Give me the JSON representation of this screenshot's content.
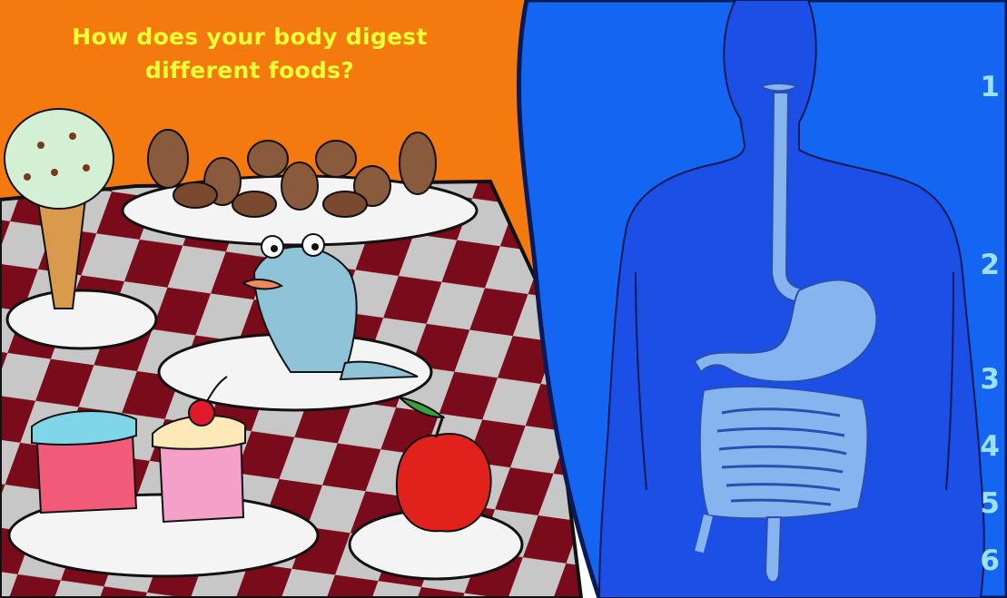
{
  "title_line_1": "How does your body digest",
  "title_line_2": "different foods?",
  "stages": [
    {
      "label": "1",
      "name": "mouth"
    },
    {
      "label": "2",
      "name": "esophagus"
    },
    {
      "label": "3",
      "name": "stomach"
    },
    {
      "label": "4",
      "name": "small-intestine"
    },
    {
      "label": "5",
      "name": "large-intestine"
    },
    {
      "label": "6",
      "name": "rectum"
    }
  ],
  "foods": [
    "ice-cream-cone",
    "nuts",
    "fish",
    "cake-slice-blue",
    "cake-slice-cherry",
    "apple"
  ],
  "colors": {
    "orange_background": "#f47a10",
    "title_yellow": "#ffff33",
    "body_panel_blue": "#1466f2",
    "body_silhouette": "#1b4fe6",
    "digestive_tract": "#86b4ee",
    "stage_number": "#9ce2ff",
    "checker_red": "#7a0b1a",
    "checker_grey": "#c7c7c7"
  }
}
